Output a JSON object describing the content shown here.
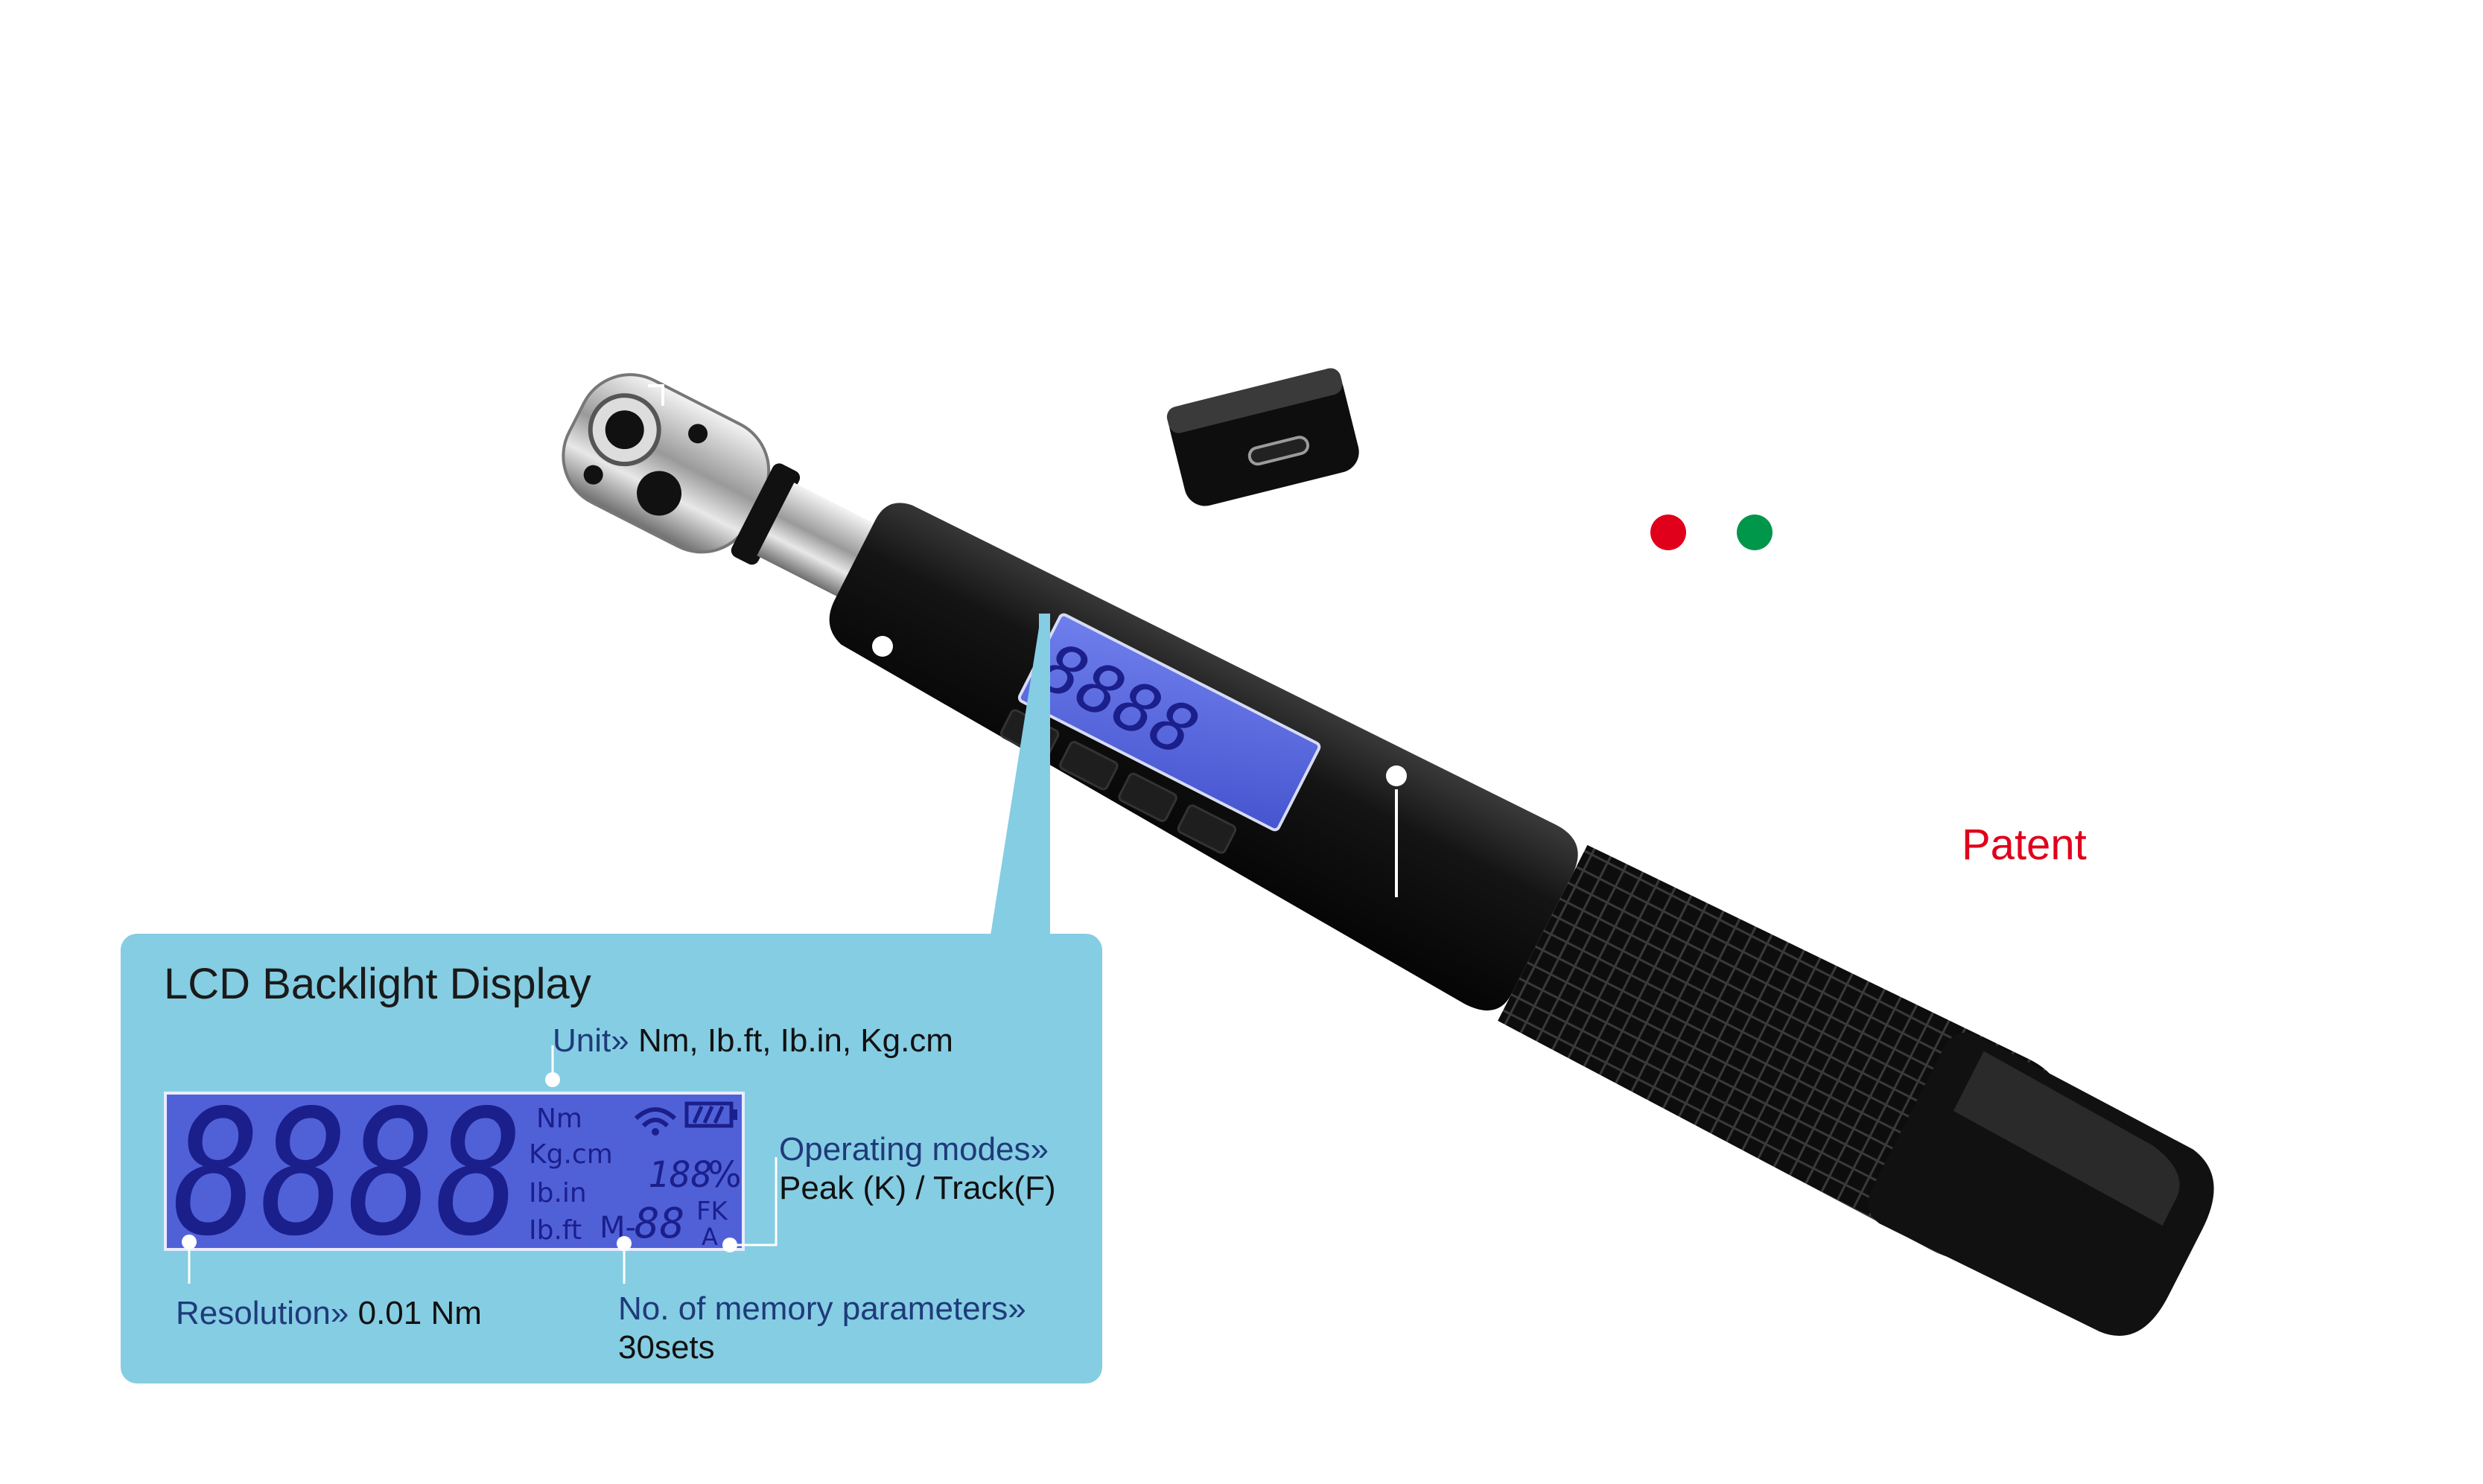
{
  "lcd_panel": {
    "title": "LCD Backlight Display",
    "unit_key": "Unit»",
    "unit_value": "Nm, Ib.ft, Ib.in, Kg.cm",
    "operating_modes_key": "Operating modes»",
    "operating_modes_value": "Peak (K) / Track(F)",
    "resolution_key": "Resolution»",
    "resolution_value": "0.01 Nm",
    "memory_key": "No. of memory parameters»",
    "memory_value": "30sets"
  },
  "lcd_display": {
    "digits": "8888",
    "units": [
      "Nm",
      "Kg.cm",
      "Ib.in",
      "Ib.ft"
    ],
    "memory_prefix": "M-",
    "memory_digits": "88",
    "small_digits": "188",
    "percent": "%",
    "mode_letters": "FK",
    "mode_auto": "A"
  },
  "patent_label": "Patent",
  "colors": {
    "panel_bg": "#85cde3",
    "lcd_bg": "#5061d8",
    "lcd_segment": "#1b1f8c",
    "patent": "#e0001b",
    "led_red": "#e0001b",
    "led_green": "#00974a"
  },
  "icons": [
    "wifi-icon",
    "battery-icon",
    "usb-c-port-icon",
    "red-led-icon",
    "green-led-icon"
  ]
}
